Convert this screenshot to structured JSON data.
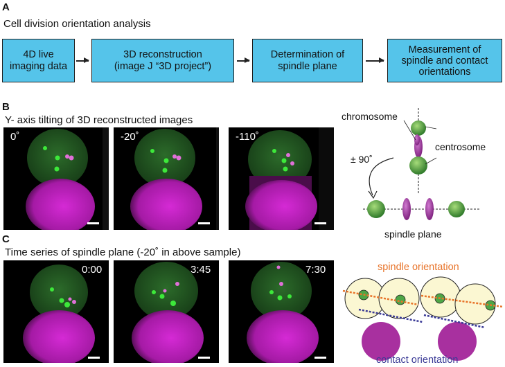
{
  "panel_a": {
    "letter": "A",
    "title": "Cell division orientation analysis",
    "steps": [
      {
        "label": "4D live\nimaging data"
      },
      {
        "label": "3D reconstruction\n(image J “3D project”)"
      },
      {
        "label": "Determination of\nspindle plane"
      },
      {
        "label": "Measurement of\nspindle and contact\norientations"
      }
    ]
  },
  "panel_b": {
    "letter": "B",
    "title": "Y- axis tilting of 3D reconstructed images",
    "images": [
      {
        "label": "0˚"
      },
      {
        "label": "-20˚"
      },
      {
        "label": "-110˚"
      }
    ],
    "diagram": {
      "chromosome": "chromosome",
      "centrosome": "centrosome",
      "rotation": "± 90˚",
      "spindle_plane": "spindle plane"
    }
  },
  "panel_c": {
    "letter": "C",
    "title": "Time series of spindle plane (-20˚ in above sample)",
    "images": [
      {
        "time": "0:00"
      },
      {
        "time": "3:45"
      },
      {
        "time": "7:30"
      }
    ],
    "diagram": {
      "spindle_orientation": "spindle orientation",
      "contact_orientation": "contact orientation"
    }
  },
  "colors": {
    "box_fill": "#55c4ea",
    "green_signal": "#2fbf2a",
    "magenta_signal": "#c21fc2",
    "spindle_line": "#e8742a",
    "contact_line": "#3a3a96",
    "cell_fill": "#fbf7d2"
  }
}
